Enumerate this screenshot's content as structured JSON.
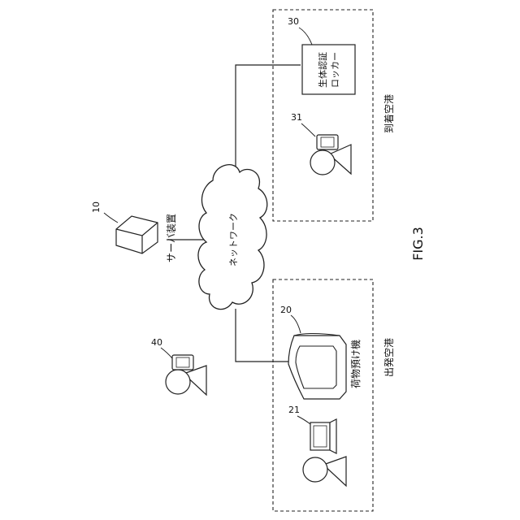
{
  "figure": {
    "label": "FIG.3"
  },
  "server": {
    "ref": "10",
    "label": "サーバ装置"
  },
  "network": {
    "label": "ネットワーク"
  },
  "departure_airport": {
    "label": "出発空港",
    "baggage_machine": {
      "ref": "20",
      "label": "荷物預け機"
    },
    "staff_terminal": {
      "ref": "21"
    }
  },
  "arrival_airport": {
    "label": "到着空港",
    "locker": {
      "ref": "30",
      "label_line1": "生体認証",
      "label_line2": "ロッカー"
    },
    "user_terminal": {
      "ref": "31"
    }
  },
  "user_device": {
    "ref": "40"
  }
}
